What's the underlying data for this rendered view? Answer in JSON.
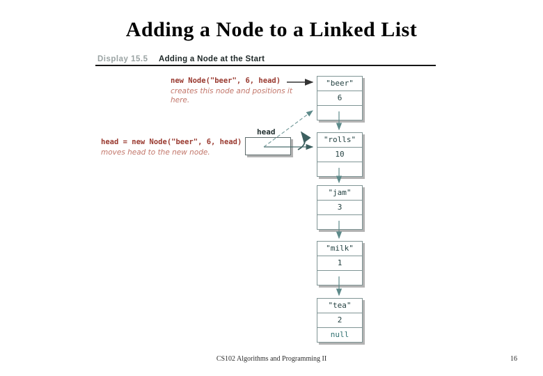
{
  "slide": {
    "title": "Adding a Node to a Linked List",
    "footer": "CS102 Algorithms and Programming II",
    "page_number": "16"
  },
  "figure": {
    "display_label": "Display 15.5",
    "display_title": "Adding a Node at the Start",
    "new_node_code": "new Node(\"beer\", 6, head)",
    "new_node_note_line1": "creates this node and positions it",
    "new_node_note_line2": "here.",
    "head_assign_code": "head = new Node(\"beer\", 6, head)",
    "head_assign_note": "moves head to the new node.",
    "head_label": "head",
    "nodes": [
      {
        "label": "\"beer\"",
        "value": "6",
        "link": ""
      },
      {
        "label": "\"rolls\"",
        "value": "10",
        "link": ""
      },
      {
        "label": "\"jam\"",
        "value": "3",
        "link": ""
      },
      {
        "label": "\"milk\"",
        "value": "1",
        "link": ""
      },
      {
        "label": "\"tea\"",
        "value": "2",
        "link": "null"
      }
    ],
    "colors": {
      "code_red": "#99392f",
      "note_red": "#c2766a",
      "arrow_teal": "#5d8a8a",
      "arrow_dark": "#3c5f5f",
      "arrow_black": "#333333"
    }
  }
}
